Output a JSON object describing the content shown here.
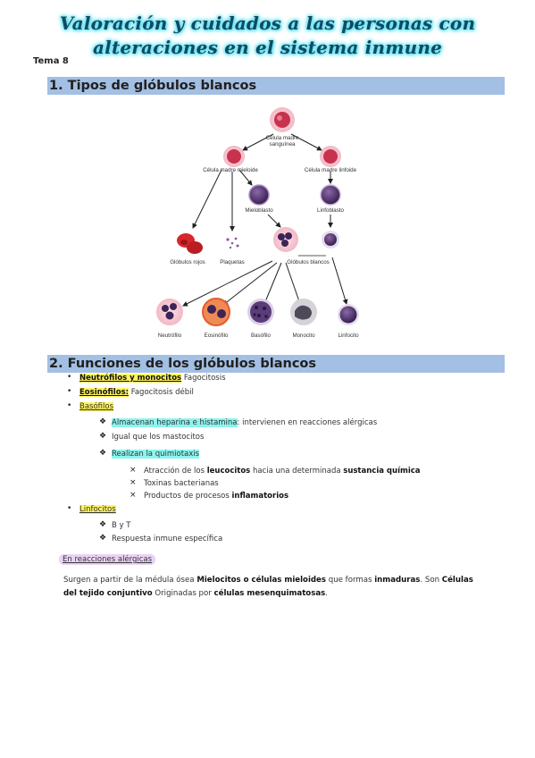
{
  "header": {
    "title_line1": "Valoración y cuidados a las personas con",
    "title_line2": "alteraciones en el sistema inmune",
    "tema": "Tema 8"
  },
  "sections": [
    {
      "number": "1.",
      "title": "Tipos de glóbulos blancos"
    },
    {
      "number": "2.",
      "title": "Funciones de los glóbulos blancos"
    }
  ],
  "diagram": {
    "stem_cell_line1": "Célula madre",
    "stem_cell_line2": "sanguínea",
    "myeloid": "Célula madre mieloide",
    "lymphoid": "Célula madre linfoide",
    "myeloblast": "Mieloblasto",
    "lymphoblast": "Linfoblasto",
    "red_cells": "Glóbulos rojos",
    "platelets": "Plaquetas",
    "white_cells": "Glóbulos blancos",
    "neutrophil": "Neutrófilo",
    "eosinophil": "Eosinófilo",
    "basophil": "Basófilo",
    "monocyte": "Monocito",
    "lymphocyte": "Linfocito",
    "colors": {
      "cell_purple": "#4a2f63",
      "cell_red": "#d8262b",
      "halo": "#f3c3cf",
      "header_bg": "#a3bfe3"
    }
  },
  "functions": {
    "neutro_label": "Neutrófilos y monocitos",
    "neutro_text": "Fagocitosis",
    "eosi_label": "Eosinófilos:",
    "eosi_text": "Fagocitosis débil",
    "baso_label": "Basófilos",
    "baso_sub1_hl": "Almacenan heparina e histamina",
    "baso_sub1_text": ": intervienen en reacciones alérgicas",
    "baso_sub2": "Igual que los mastocitos",
    "baso_sub3_hl": "Realizan la quimiotaxis",
    "q1_a": "Atracción de los ",
    "q1_b": "leucocitos",
    "q1_c": " hacia una determinada ",
    "q1_d": "sustancia química",
    "q2": "Toxinas bacterianas",
    "q3_a": "Productos de procesos ",
    "q3_b": "inflamatorios",
    "linfo_label": "Linfocitos",
    "linfo_sub1": "B y T",
    "linfo_sub2": "Respuesta inmune específica",
    "alergicas_tag": "En reacciones alérgicas",
    "para_a": "Surgen a partir de la médula ósea ",
    "para_b": "Mielocitos o células mieloides",
    "para_c": " que formas ",
    "para_d": "inmaduras",
    "para_e": ". Son ",
    "para_f": "Células del tejido conjuntivo",
    "para_g": " Originadas por ",
    "para_h": "células mesenquimatosas",
    "para_i": "."
  }
}
